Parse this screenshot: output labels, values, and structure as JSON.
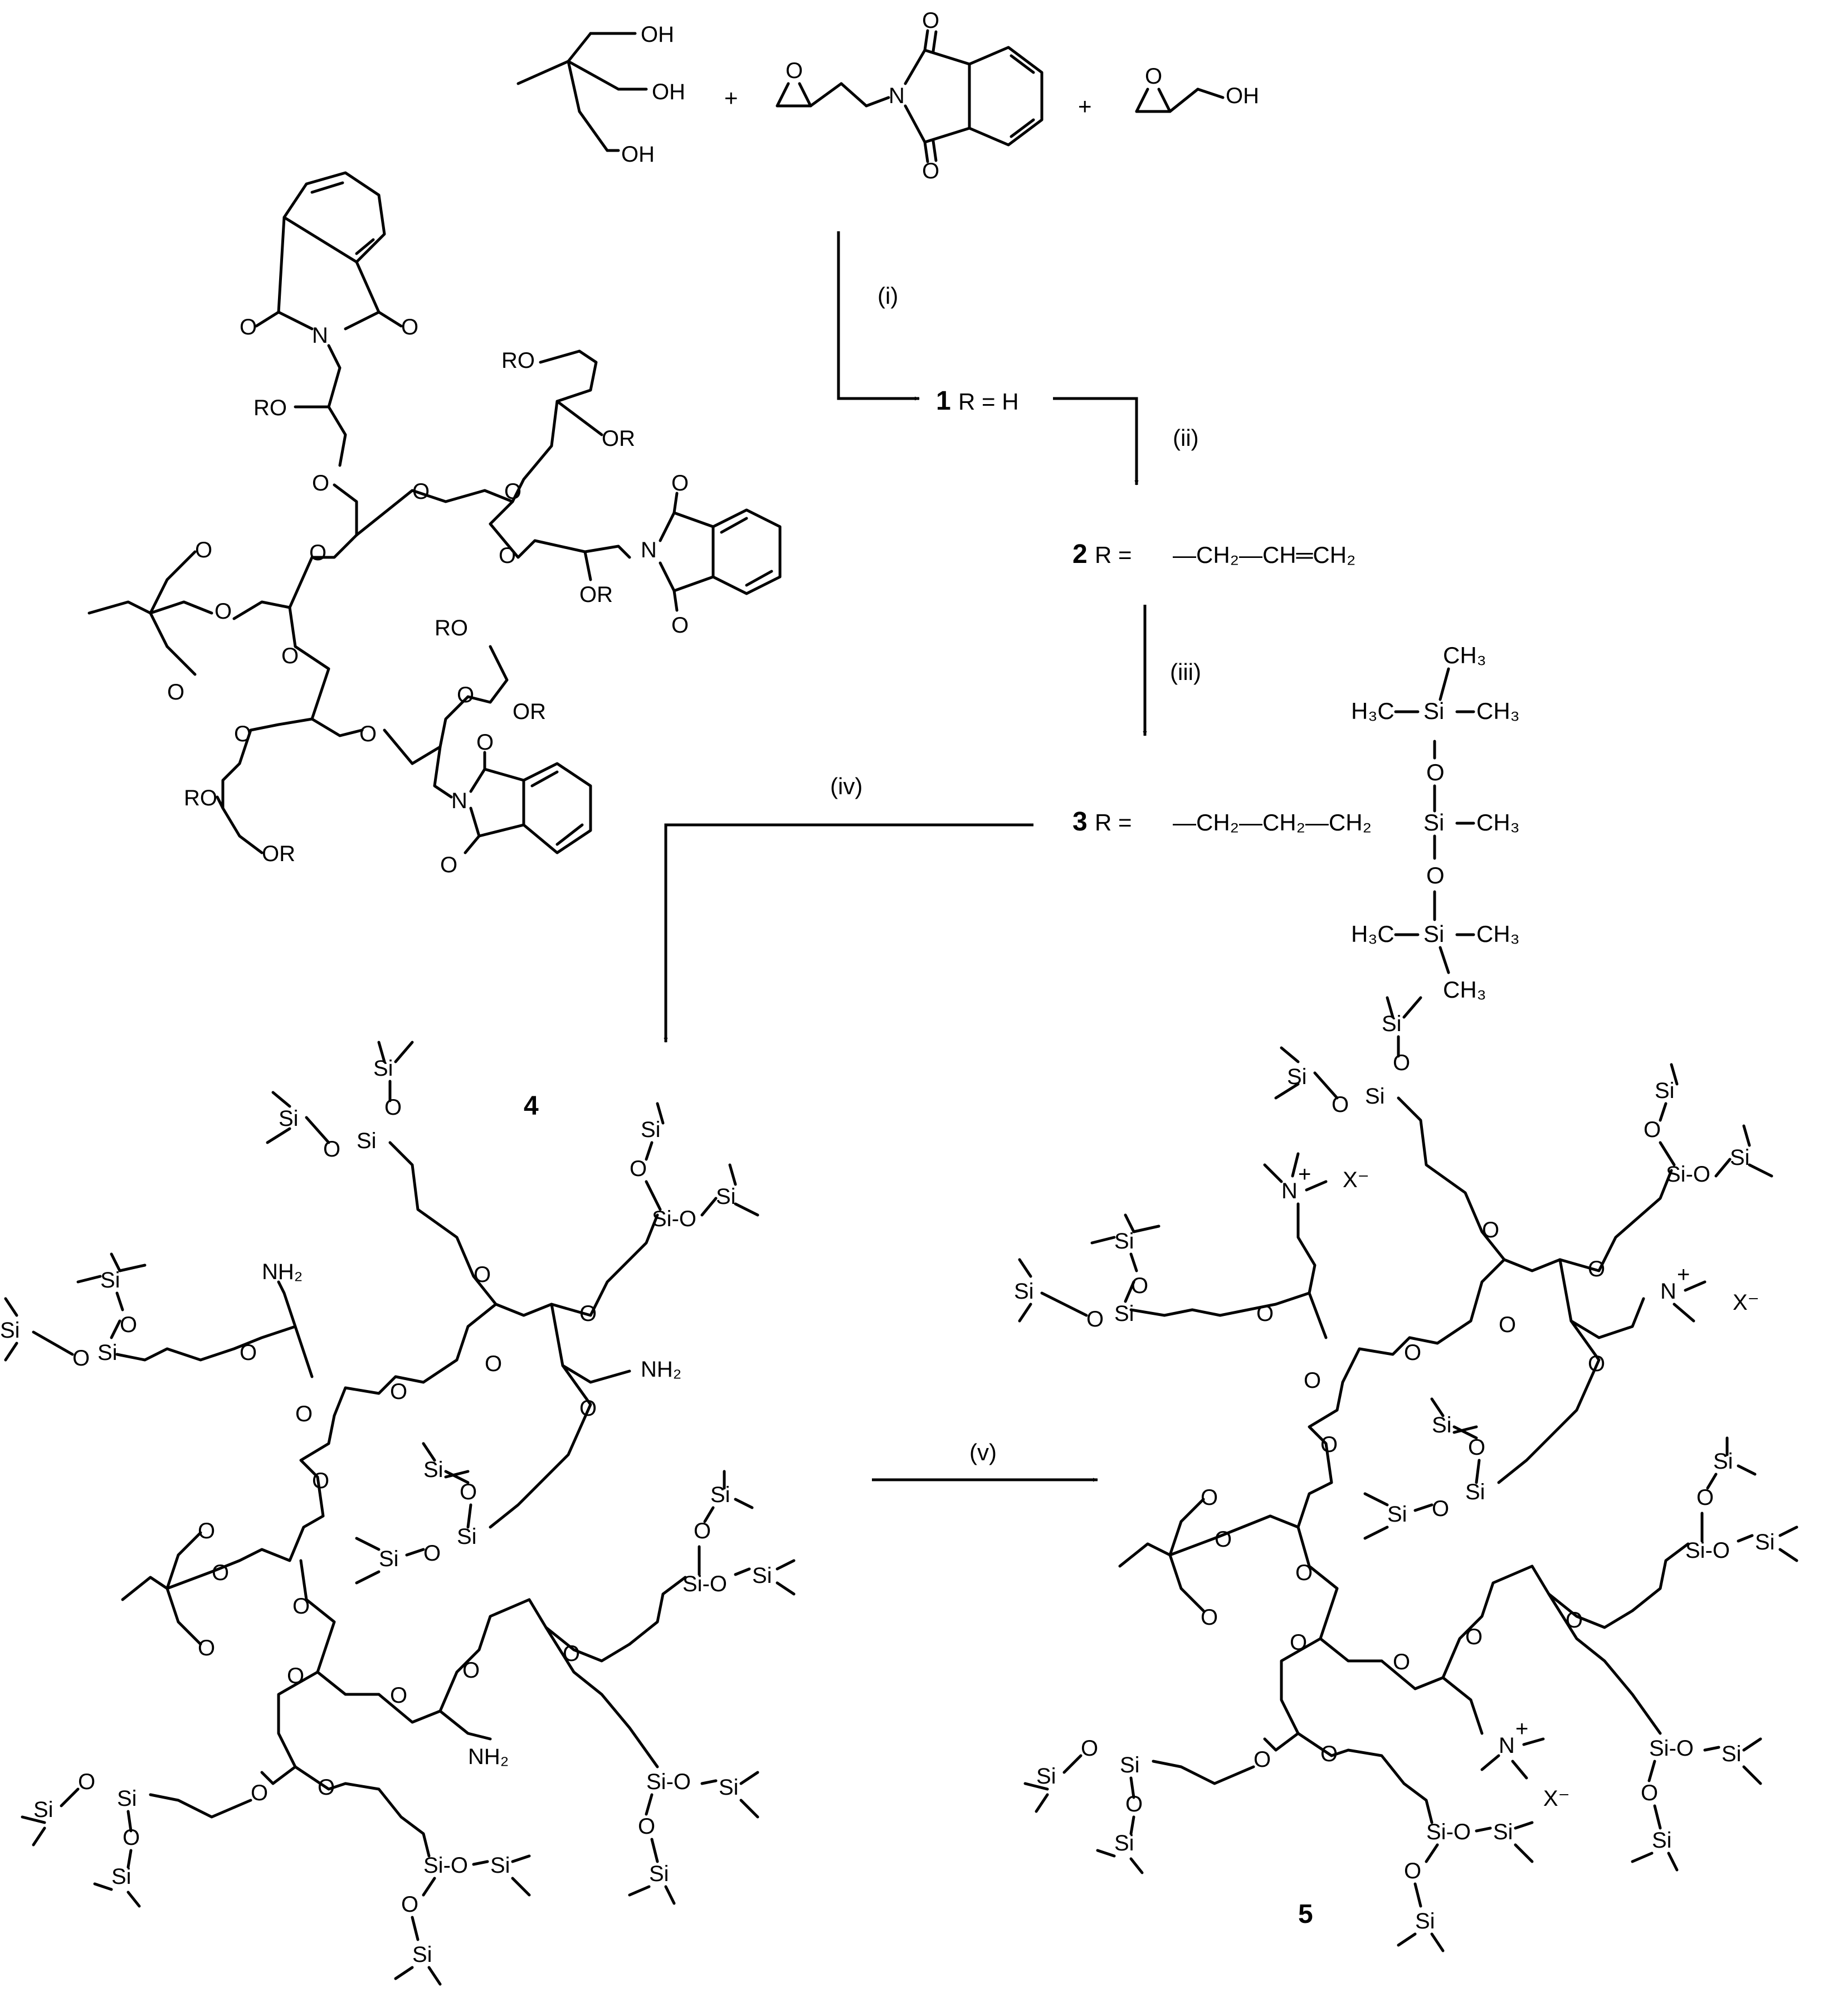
{
  "reagents": {
    "r1": {
      "oh_1": "OH",
      "oh_2": "OH",
      "oh_3": "OH"
    },
    "plus_1": "+",
    "r2": {
      "o_epox": "O",
      "n": "N",
      "o_top": "O",
      "o_bot": "O"
    },
    "plus_2": "+",
    "r3": {
      "o_epox": "O",
      "oh": "OH"
    }
  },
  "steps": {
    "i": "(i)",
    "ii": "(ii)",
    "iii": "(iii)",
    "iv": "(iv)",
    "v": "(v)"
  },
  "compounds": {
    "c1": {
      "number": "1",
      "text": "R = H"
    },
    "c2": {
      "number": "2",
      "text": "R =",
      "substituent": "—CH₂—CH═CH₂"
    },
    "c3": {
      "number": "3",
      "text": "R =",
      "chain": "—CH₂—CH₂—CH₂",
      "si_center": "Si",
      "ch3_center": "CH₃",
      "ch3_top": "CH₃",
      "h3c_upper": "H₃C",
      "si_upper": "Si",
      "ch3_upper": "CH₃",
      "o_upper": "O",
      "o_lower": "O",
      "h3c_lower": "H₃C",
      "si_lower": "Si",
      "ch3_lower": "CH₃",
      "ch3_bottom": "CH₃"
    },
    "c4": {
      "number": "4"
    },
    "c5": {
      "number": "5"
    }
  },
  "dendron_core": {
    "n_top": "N",
    "n_right": "N",
    "n_bottom": "N",
    "o": "O",
    "ro": "RO",
    "or": "OR"
  },
  "product_labels": {
    "nh2": "NH₂",
    "si": "Si",
    "o": "O",
    "si_o": "Si-O",
    "n_plus": "N",
    "plus": "+",
    "x_minus": "X⁻"
  }
}
